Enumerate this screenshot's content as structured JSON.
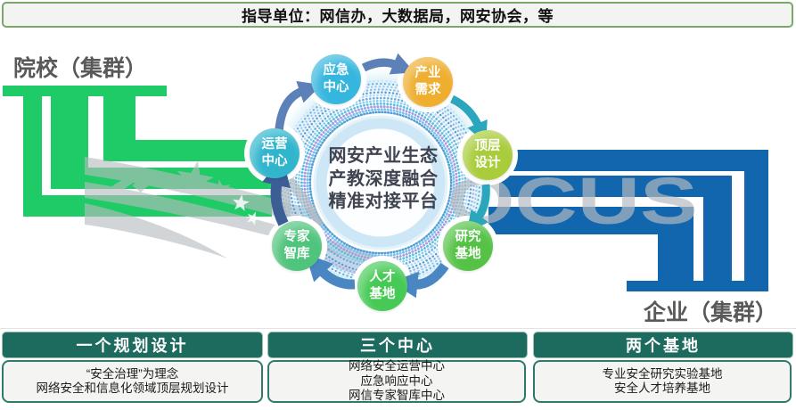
{
  "banner": {
    "text": "指导单位：网信办，大数据局，网安协会，等"
  },
  "left_group": {
    "title": "院校（集群）",
    "pipe_color": "#1fcb66"
  },
  "right_group": {
    "title": "企业（集群）",
    "pipe_color": "#1266ad"
  },
  "hub": {
    "center_text": "网安产业生态\n产教深度融合\n精准对接平台",
    "nodes": [
      {
        "id": "emergency-center",
        "label": "应急\n中心",
        "color": "#35b6de"
      },
      {
        "id": "industry-demand",
        "label": "产业\n需求",
        "color": "#efae2e"
      },
      {
        "id": "top-level-design",
        "label": "顶层\n设计",
        "color": "#a9cc3a"
      },
      {
        "id": "research-base",
        "label": "研究\n基地",
        "color": "#55c246"
      },
      {
        "id": "talent-base",
        "label": "人才\n基地",
        "color": "#46ca55"
      },
      {
        "id": "expert-thinktank",
        "label": "专家\n智库",
        "color": "#4fc47c"
      },
      {
        "id": "operation-center",
        "label": "运营\n中心",
        "color": "#30b5cd"
      }
    ],
    "arrow_colors": {
      "slate": "#5c80b8",
      "teal": "#2ba7bd",
      "blue": "#4a86c2",
      "navy": "#3b5e95"
    }
  },
  "watermark": {
    "text": "NSFOCUS"
  },
  "panels": [
    {
      "header": "一个规划设计",
      "lines": [
        "“安全治理”为理念",
        "网络安全和信息化领域顶层规划设计"
      ]
    },
    {
      "header": "三个中心",
      "lines": [
        "网络安全运营中心",
        "应急响应中心",
        "网信专家智库中心"
      ]
    },
    {
      "header": "两个基地",
      "lines": [
        "专业安全研究实验基地",
        "安全人才培养基地"
      ]
    }
  ]
}
